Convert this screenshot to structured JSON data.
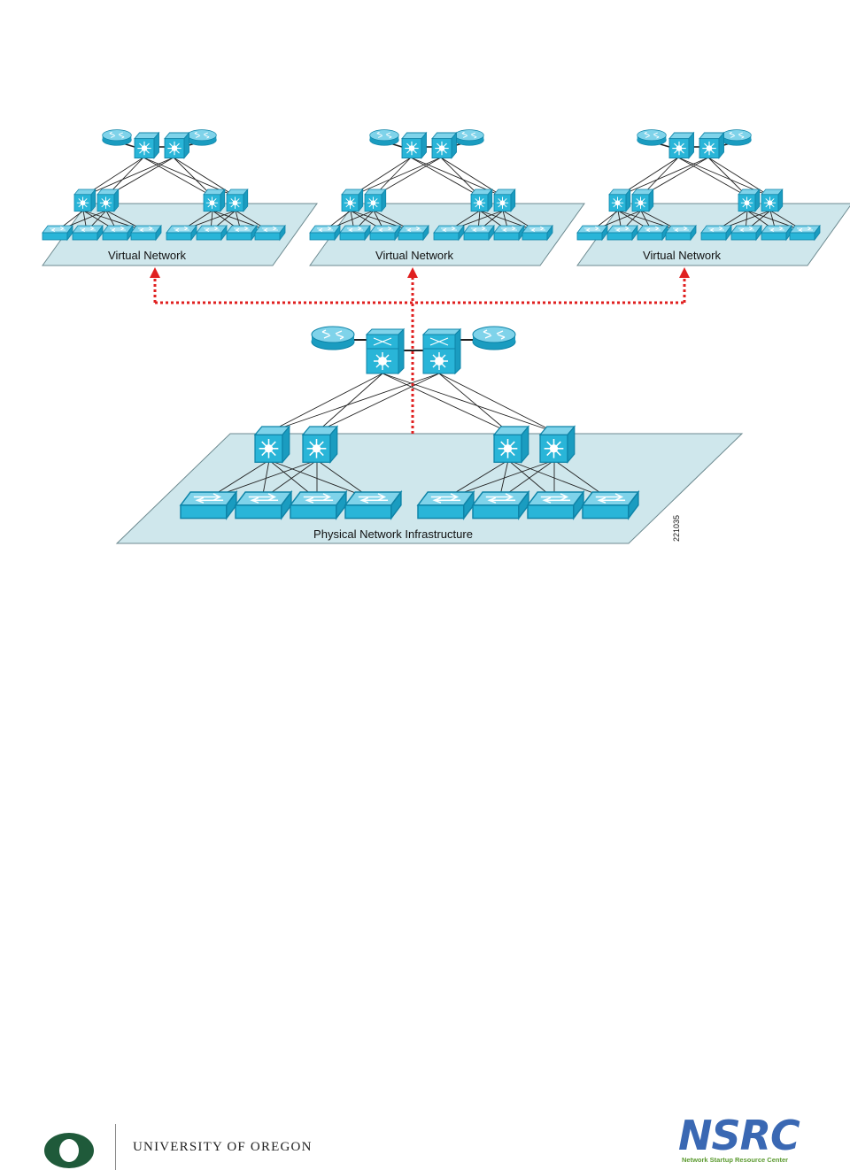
{
  "diagram": {
    "virtual_labels": [
      "Virtual Network",
      "Virtual Network",
      "Virtual Network"
    ],
    "physical_label": "Physical Network Infrastructure",
    "figure_id": "221035",
    "colors": {
      "device": "#29b5d8",
      "device_dark": "#0e84a8",
      "platform": "#cfe7ec",
      "platform_border": "#6d8a90",
      "link": "#222222",
      "virtual_link": "#e02020"
    }
  },
  "footer": {
    "university": "UNIVERSITY OF OREGON",
    "logo_colors": {
      "uo_green": "#1f5a3a",
      "nsrc_blue": "#3a68b3",
      "nsrc_green": "#5b9a2f"
    },
    "nsrc_logo": "NSRC",
    "nsrc_tagline": "Network Startup Resource Center"
  }
}
